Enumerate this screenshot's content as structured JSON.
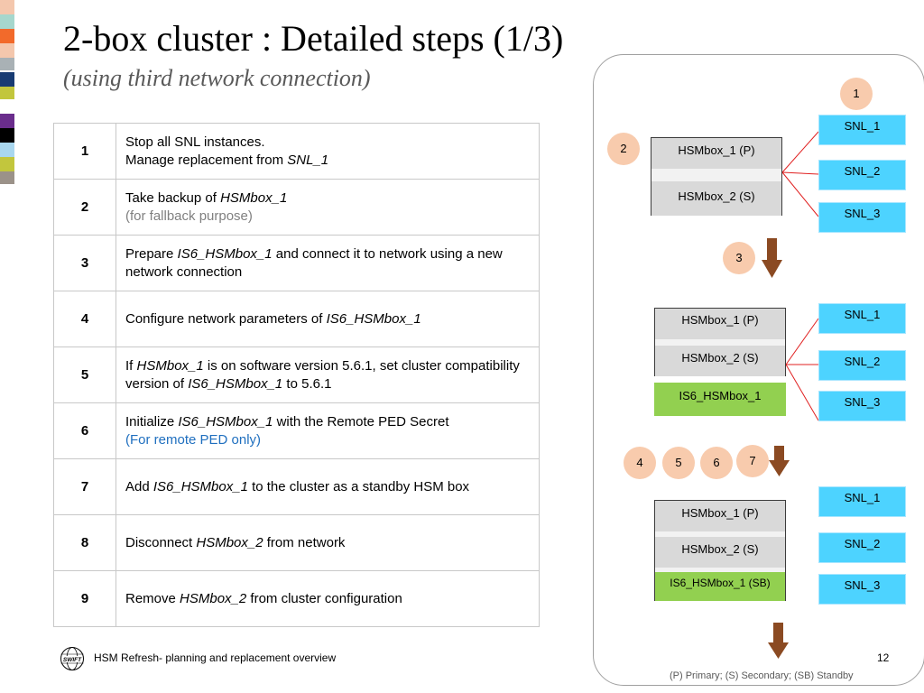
{
  "slide": {
    "title": "2-box cluster : Detailed steps (1/3)",
    "subtitle": "(using third network connection)",
    "footer": "HSM Refresh- planning and replacement overview",
    "page_number": "12",
    "legend": "(P) Primary; (S) Secondary; (SB) Standby",
    "logo": "SWIFT"
  },
  "colors": {
    "strip": [
      "#f4c7ad",
      "#a6d7cd",
      "#f26a2b",
      "#f4c7ad",
      "#a9b1b5",
      "#183b73",
      "#c2c63d",
      "#6a2d8c",
      "#000000",
      "#a9d7ef",
      "#c2c63d",
      "#9b9289"
    ],
    "circle": "#f8cbad",
    "snl": "#4dd3ff",
    "green_box": "#92d050",
    "arrow": "#8b4a22",
    "connector": "#e02020"
  },
  "steps": [
    {
      "num": "1",
      "parts": [
        {
          "t": "Stop all SNL instances."
        }
      ],
      "line2": [
        {
          "t": "Manage replacement from "
        },
        {
          "t": "SNL_1",
          "i": true
        }
      ]
    },
    {
      "num": "2",
      "parts": [
        {
          "t": "Take backup of "
        },
        {
          "t": "HSMbox_1",
          "i": true
        }
      ],
      "note": "(for fallback purpose)",
      "note_style": "grey"
    },
    {
      "num": "3",
      "parts": [
        {
          "t": "Prepare "
        },
        {
          "t": "IS6_HSMbox_1",
          "i": true
        },
        {
          "t": " and connect it to network using a new network connection"
        }
      ]
    },
    {
      "num": "4",
      "parts": [
        {
          "t": "Configure network parameters of "
        },
        {
          "t": "IS6_HSMbox_1",
          "i": true
        }
      ]
    },
    {
      "num": "5",
      "parts": [
        {
          "t": "If "
        },
        {
          "t": "HSMbox_1",
          "i": true
        },
        {
          "t": " is on software version 5.6.1, set cluster compatibility version of "
        },
        {
          "t": "IS6_HSMbox_1",
          "i": true
        },
        {
          "t": " to 5.6.1"
        }
      ]
    },
    {
      "num": "6",
      "parts": [
        {
          "t": "Initialize "
        },
        {
          "t": "IS6_HSMbox_1",
          "i": true
        },
        {
          "t": " with the Remote PED Secret"
        }
      ],
      "note": "(For remote PED only)",
      "note_style": "blue"
    },
    {
      "num": "7",
      "parts": [
        {
          "t": "Add "
        },
        {
          "t": "IS6_HSMbox_1",
          "i": true
        },
        {
          "t": " to the cluster as a standby HSM box"
        }
      ]
    },
    {
      "num": "8",
      "parts": [
        {
          "t": "Disconnect "
        },
        {
          "t": "HSMbox_2",
          "i": true
        },
        {
          "t": " from network"
        }
      ]
    },
    {
      "num": "9",
      "parts": [
        {
          "t": "Remove "
        },
        {
          "t": "HSMbox_2",
          "i": true
        },
        {
          "t": " from cluster configuration"
        }
      ]
    }
  ],
  "diagram": {
    "circles": [
      "1",
      "2",
      "3",
      "4",
      "5",
      "6",
      "7"
    ],
    "snl_labels": [
      "SNL_1",
      "SNL_2",
      "SNL_3"
    ],
    "stage1": {
      "primary": "HSMbox_1 (P)",
      "secondary": "HSMbox_2 (S)"
    },
    "stage2": {
      "primary": "HSMbox_1 (P)",
      "secondary": "HSMbox_2 (S)",
      "new_box": "IS6_HSMbox_1"
    },
    "stage3": {
      "primary": "HSMbox_1 (P)",
      "secondary": "HSMbox_2 (S)",
      "new_box": "IS6_HSMbox_1 (SB)"
    }
  }
}
